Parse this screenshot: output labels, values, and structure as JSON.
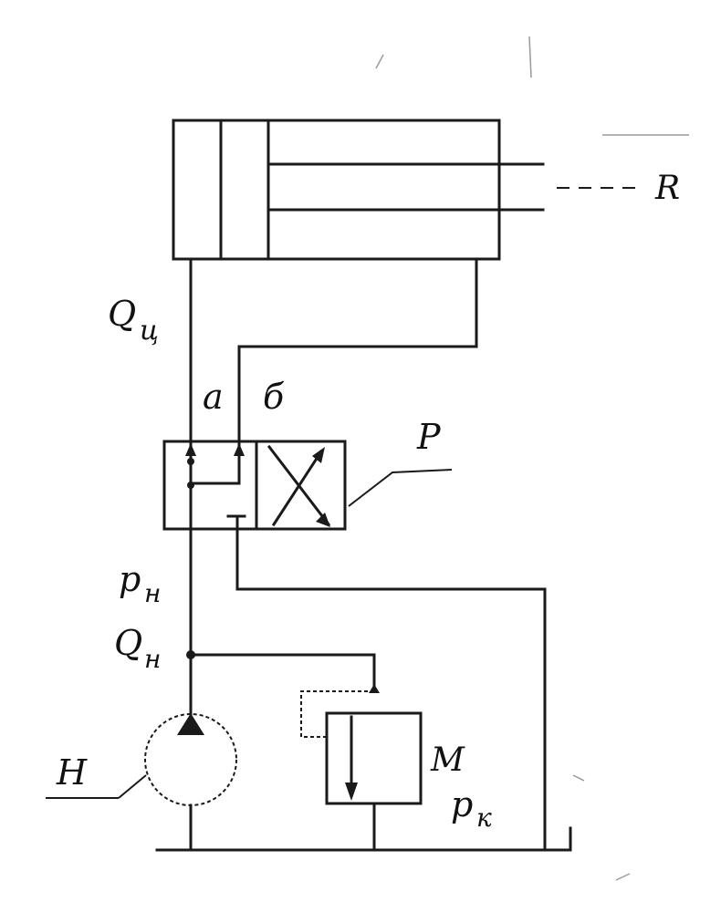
{
  "labels": {
    "load": "R",
    "cylinder_flow": "Q",
    "cylinder_flow_sub": "ц",
    "port_a": "a",
    "port_b": "б",
    "valve": "P",
    "pump_pressure": "p",
    "pump_pressure_sub": "н",
    "pump_flow": "Q",
    "pump_flow_sub": "н",
    "pump": "H",
    "relief_valve": "М",
    "relief_pressure": "p",
    "relief_pressure_sub": "к"
  }
}
